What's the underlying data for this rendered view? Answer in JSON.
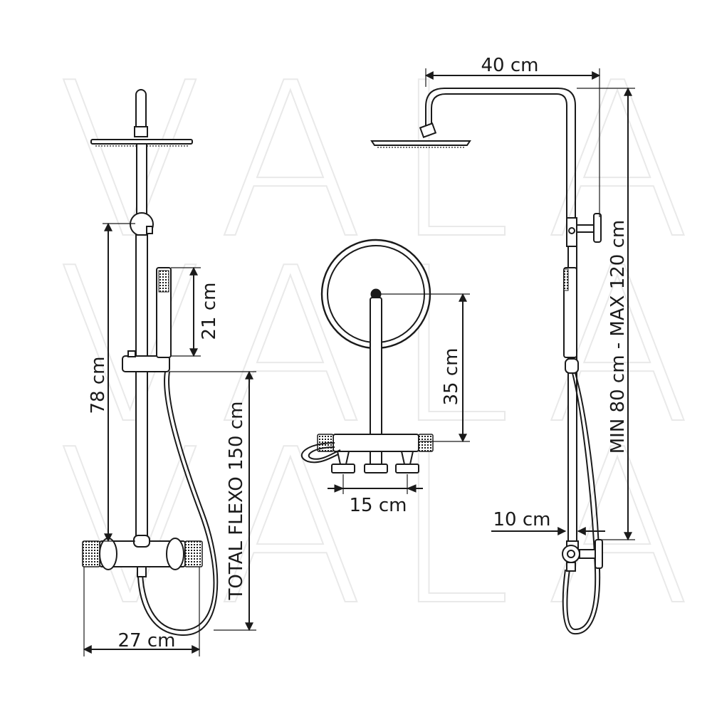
{
  "watermark": {
    "text": "VALAZ"
  },
  "dimensions": {
    "head_arm_width": "40 cm",
    "column_height_range": "MIN 80 cm - MAX 120 cm",
    "handshower_length": "21 cm",
    "slider_range": "78 cm",
    "hose_length": "TOTAL FLEXO 150 cm",
    "mixer_width": "27 cm",
    "wall_arm_height": "35 cm",
    "inlet_spacing": "15 cm",
    "wall_offset": "10 cm"
  }
}
